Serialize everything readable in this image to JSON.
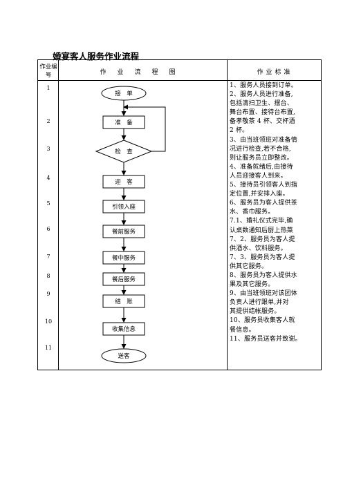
{
  "title": "婚宴客人服务作业流程",
  "header": {
    "col_no": "作业编号",
    "col_flow": "作业流程图",
    "col_std": "作业标准"
  },
  "step_numbers": [
    "1",
    "2",
    "3",
    "4",
    "5",
    "6",
    "7",
    "8",
    "9",
    "10",
    "11"
  ],
  "flow_nodes": [
    {
      "label": "接　单",
      "shape": "ellipse"
    },
    {
      "label": "准　备",
      "shape": "rect"
    },
    {
      "label": "检　查",
      "shape": "diamond"
    },
    {
      "label": "迎　客",
      "shape": "rect"
    },
    {
      "label": "引领入座",
      "shape": "rect"
    },
    {
      "label": "餐前服务",
      "shape": "rect"
    },
    {
      "label": "餐中服务",
      "shape": "rect"
    },
    {
      "label": "餐后服务",
      "shape": "rect"
    },
    {
      "label": "结　账",
      "shape": "rect"
    },
    {
      "label": "收集信息",
      "shape": "rect"
    },
    {
      "label": "送客",
      "shape": "ellipse"
    }
  ],
  "standards_lines": [
    "1、服务人员接到订单。",
    "2、服务人员进行准备,",
    "包括清扫卫生、摆台、",
    "舞台布置、接待台布置,",
    "备孝敬茶 4 杯、交杯酒",
    "2 杯。",
    "3、由当班领班对准备情",
    "况进行检查,若不合格,",
    "则让服务员立即整改。",
    "4、准备就绪后,由接待",
    "人员迎接客人到来。",
    "5、接待员引领客人到指",
    "定位置,并安排入座。",
    "6、服务员为客人提供茶",
    "水、香巾服务。",
    "7.1、婚礼仪式完毕,确",
    "认桌数通知后厨上热菜",
    "7、2、服务员为客人提",
    "供酒水、饮料服务。",
    "7、3、服务员为客人提",
    "供其它服务。",
    "8、服务员为客人提供水",
    "果及其它服务。",
    "9、由当班领班对该团体",
    "负责人进行跟单,并对",
    "其提供结帐服务。",
    "10、服务员收集客人就",
    "餐信息。",
    "11、服务员送客并致谢。"
  ]
}
